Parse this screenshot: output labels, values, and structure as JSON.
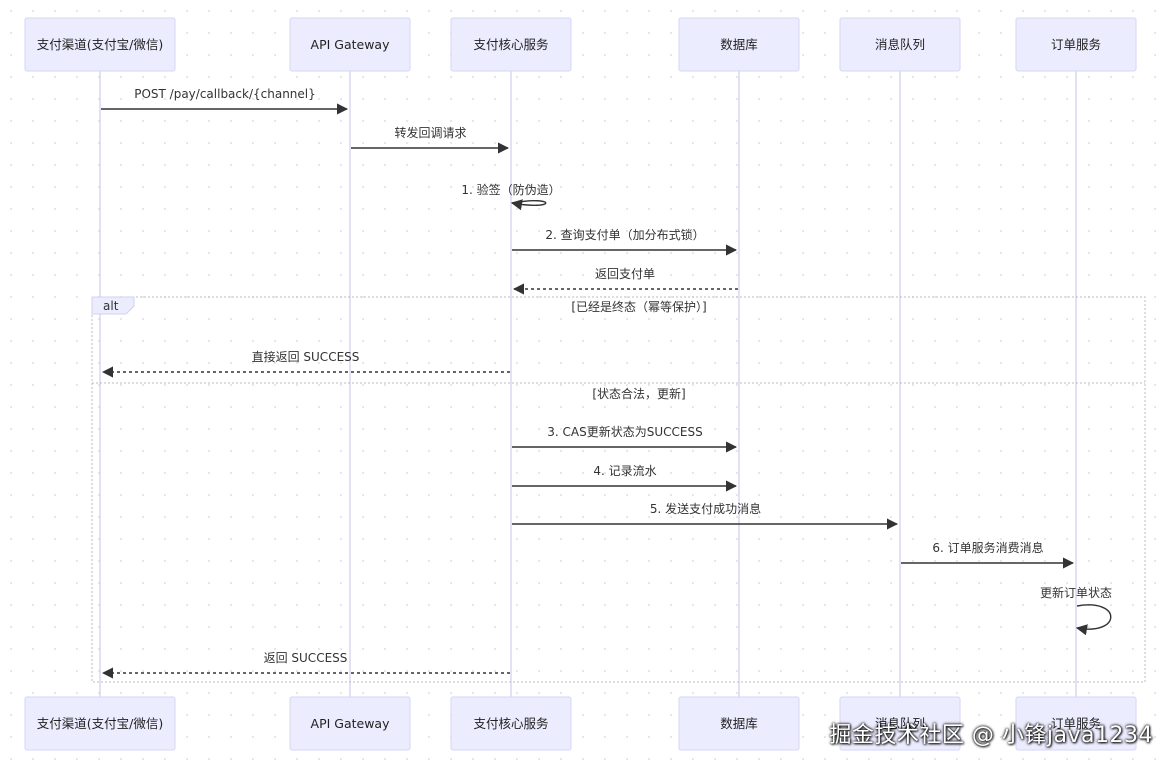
{
  "participants": [
    {
      "label": "支付渠道(支付宝/微信)"
    },
    {
      "label": "API Gateway"
    },
    {
      "label": "支付核心服务"
    },
    {
      "label": "数据库"
    },
    {
      "label": "消息队列"
    },
    {
      "label": "订单服务"
    }
  ],
  "messages": [
    {
      "from": 0,
      "to": 1,
      "label": "POST /pay/callback/{channel}",
      "style": "solid"
    },
    {
      "from": 1,
      "to": 2,
      "label": "转发回调请求",
      "style": "solid"
    },
    {
      "from": 2,
      "to": 2,
      "label": "1. 验签（防伪造）",
      "style": "self"
    },
    {
      "from": 2,
      "to": 3,
      "label": "2. 查询支付单（加分布式锁）",
      "style": "solid"
    },
    {
      "from": 3,
      "to": 2,
      "label": "返回支付单",
      "style": "dashed"
    },
    {
      "from": 2,
      "to": 0,
      "label": "直接返回 SUCCESS",
      "style": "dashed"
    },
    {
      "from": 2,
      "to": 3,
      "label": "3. CAS更新状态为SUCCESS",
      "style": "solid"
    },
    {
      "from": 2,
      "to": 3,
      "label": "4. 记录流水",
      "style": "solid"
    },
    {
      "from": 2,
      "to": 4,
      "label": "5. 发送支付成功消息",
      "style": "solid"
    },
    {
      "from": 4,
      "to": 5,
      "label": "6. 订单服务消费消息",
      "style": "solid"
    },
    {
      "from": 5,
      "to": 5,
      "label": "更新订单状态",
      "style": "self"
    },
    {
      "from": 2,
      "to": 0,
      "label": "返回 SUCCESS",
      "style": "dashed"
    }
  ],
  "alt_frame": {
    "label": "alt",
    "conditions": [
      "[已经是终态（幂等保护）]",
      "[状态合法，更新]"
    ]
  },
  "colors": {
    "actor_fill": "#ececff",
    "lifeline": "#c4c4ec",
    "arrow": "#333333"
  },
  "watermark": "掘金技术社区 @ 小锋java1234"
}
